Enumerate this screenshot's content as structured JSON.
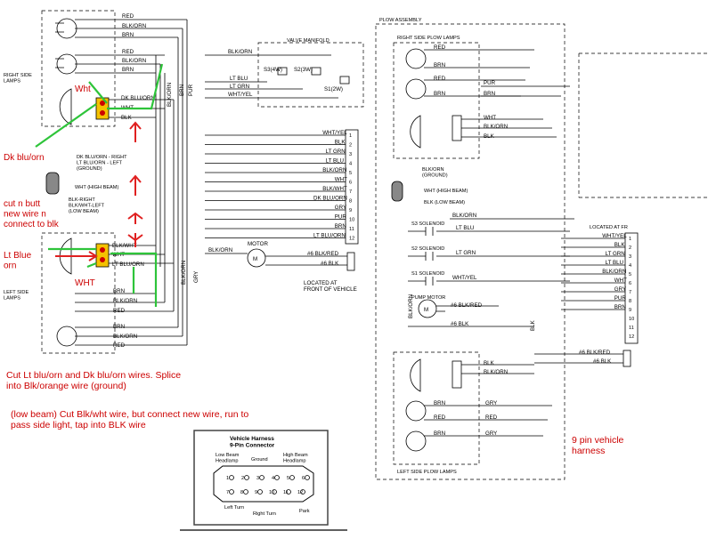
{
  "left": {
    "right_side_lamps": "RIGHT SIDE\nLAMPS",
    "left_side_lamps": "LEFT SIDE\nLAMPS",
    "top_wires": [
      "RED",
      "BLK/ORN",
      "BRN",
      "RED",
      "BLK/ORN",
      "BRN"
    ],
    "rh_headlamp_wires": [
      "DK BLU/ORN",
      "WHT",
      "BLK"
    ],
    "lh_headlamp_wires": [
      "BLK/WHT",
      "WHT",
      "LT BLU/ORN"
    ],
    "left_bottom_wires": [
      "BRN",
      "BLK/ORN",
      "RED",
      "BRN",
      "BLK/ORN",
      "RED"
    ],
    "vertical_wires": [
      "BLK/ORN",
      "BRN",
      "PUR",
      "BLK/ORN",
      "GRY"
    ],
    "switch_note": "DK BLU/ORN - RIGHT\nLT BLU/ORN - LEFT\n(GROUND)",
    "high_beam": "WHT (HIGH BEAM)",
    "low_beam_note": "BLK-RIGHT\nBLK/WHT-LEFT\n(LOW BEAM)",
    "valve_manifold": "VALVE MANIFOLD",
    "valve_wires": [
      "BLK/ORN",
      "LT BLU",
      "LT GRN",
      "WHT/YEL"
    ],
    "solenoids": [
      "S3(4W)",
      "S2(3W)",
      "S1(2W)"
    ],
    "connector_wires": [
      "WHT/YEL",
      "BLK",
      "LT GRN",
      "LT BLU",
      "BLK/ORN",
      "WHT",
      "BLK/WHT",
      "DK BLU/ORN",
      "GRY",
      "PUR",
      "BRN",
      "LT BLU/ORN"
    ],
    "connector_pins": [
      "1",
      "2",
      "3",
      "4",
      "5",
      "6",
      "7",
      "8",
      "9",
      "10",
      "11",
      "12"
    ],
    "motor": "MOTOR",
    "motor_wire": "BLK/ORN",
    "motor_cables": [
      "#6 BLK/RED",
      "#6 BLK"
    ],
    "located_front": "LOCATED AT\nFRONT OF VEHICLE"
  },
  "right": {
    "plow_assembly": "PLOW ASSEMBLY",
    "right_side_plow_lamps": "RIGHT SIDE PLOW LAMPS",
    "left_side_plow_lamps": "LEFT SIDE PLOW LAMPS",
    "top_wires": [
      "RED",
      "BRN",
      "RED",
      "BRN",
      "PUR",
      "BRN",
      "WHT",
      "BLK/ORN",
      "BLK"
    ],
    "switch_labels": [
      "BLK/ORN\n(GROUND)",
      "WHT (HIGH BEAM)",
      "BLK (LOW BEAM)"
    ],
    "solenoids": [
      "S3 SOLENOID",
      "S2 SOLENOID",
      "S1 SOLENOID"
    ],
    "solenoid_wires": [
      "BLK/ORN",
      "LT BLU",
      "LT GRN",
      "WHT/YEL"
    ],
    "pump_motor": "PUMP MOTOR",
    "pump_cables": [
      "#6 BLK/RED",
      "#6 BLK"
    ],
    "located_at": "LOCATED AT FR",
    "connector_wires": [
      "WHT/YEL",
      "BLK",
      "LT GRN",
      "LT BLU",
      "BLK/ORN",
      "WHT",
      "GRY",
      "PUR",
      "BRN"
    ],
    "connector_pins": [
      "1",
      "2",
      "3",
      "4",
      "5",
      "6",
      "7",
      "8",
      "9",
      "10",
      "11",
      "12"
    ],
    "bottom_cables": [
      "#6 BLK/RED",
      "#6 BLK"
    ],
    "left_lamp_wires": [
      "BLK",
      "BLK/ORN",
      "BRN",
      "RED",
      "BRN",
      "GRY"
    ],
    "vertical_labels": [
      "BLK/ORN",
      "BLK"
    ]
  },
  "annotations": {
    "wht_top": "Wht",
    "dk_blu_orn": "Dk blu/orn",
    "cut_n_butt": "cut n butt\nnew wire n\nconnect to blk",
    "lt_blue_orn": "Lt Blue\norn",
    "wht_bottom": "WHT",
    "cut_note": "Cut Lt blu/orn and Dk blu/orn wires. Splice\ninto Blk/orange wire (ground)",
    "low_beam_note": "(low beam)  Cut Blk/wht wire, but connect new wire, run to\npass side light, tap into BLK wire",
    "harness_note": "9 pin vehicle\nharness"
  },
  "connector": {
    "title": "Vehicle Harness\n9-Pin Connector",
    "low_beam": "Low Beam\nHeadlamp",
    "ground": "Ground",
    "high_beam": "High Beam\nHeadlamp",
    "left_turn": "Left Turn",
    "right_turn": "Right Turn",
    "park": "Park",
    "pins_top": [
      "1",
      "2",
      "3",
      "4",
      "5",
      "6"
    ],
    "pins_bottom": [
      "7",
      "8",
      "9",
      "10",
      "11",
      "12"
    ]
  },
  "colors": {
    "annotation": "#cc0000",
    "green_wire": "#2ec43a",
    "arrow": "#e02020"
  }
}
